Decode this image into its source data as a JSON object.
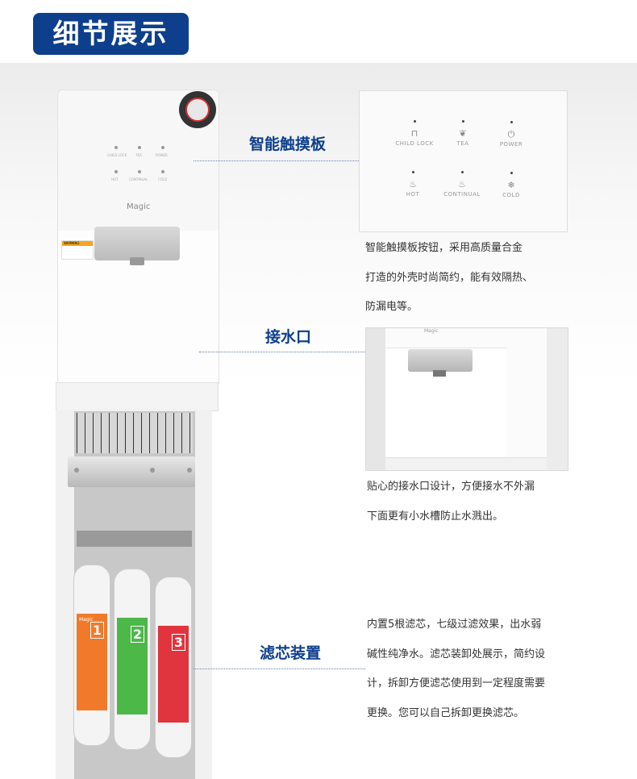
{
  "header": {
    "title": "细节展示"
  },
  "dispenser": {
    "brand": "Magic",
    "warning": "WARNING",
    "touch_labels": [
      "CHILD LOCK",
      "TEA",
      "POWER",
      "HOT",
      "CONTINUAL",
      "COLD"
    ],
    "filter_numbers": [
      "1",
      "2",
      "3"
    ],
    "filter_brand": "Magic"
  },
  "sections": {
    "touch": {
      "label": "智能触摸板",
      "desc": [
        "智能触摸板按钮，采用高质量合金",
        "打造的外壳时尚简约，能有效隔热、",
        "防漏电等。"
      ]
    },
    "outlet": {
      "label": "接水口",
      "desc": [
        "贴心的接水口设计，方便接水不外漏",
        "下面更有小水槽防止水溅出。"
      ]
    },
    "filter": {
      "label": "滤芯装置",
      "desc": [
        "内置5根滤芯，七级过滤效果，出水弱",
        "碱性纯净水。滤芯装卸处展示，简约设",
        "计，拆卸方便滤芯使用到一定程度需要",
        "更换。您可以自己拆卸更换滤芯。"
      ]
    }
  },
  "panel": {
    "buttons": [
      {
        "label": "CHILD LOCK",
        "icon": "lock-icon",
        "glyph": "⊓"
      },
      {
        "label": "TEA",
        "icon": "leaf-icon",
        "glyph": "❦"
      },
      {
        "label": "POWER",
        "icon": "power-icon",
        "glyph": "⏻"
      },
      {
        "label": "HOT",
        "icon": "cup-icon",
        "glyph": "♨"
      },
      {
        "label": "CONTINUAL",
        "icon": "cup-icon",
        "glyph": "♨"
      },
      {
        "label": "COLD",
        "icon": "cup-icon",
        "glyph": "❄"
      }
    ]
  },
  "photo": {
    "brand": "Magic"
  },
  "colors": {
    "accent": "#0e3f8c",
    "filter1": "#f07a2a",
    "filter2": "#4cb848",
    "filter3": "#e0353e"
  }
}
